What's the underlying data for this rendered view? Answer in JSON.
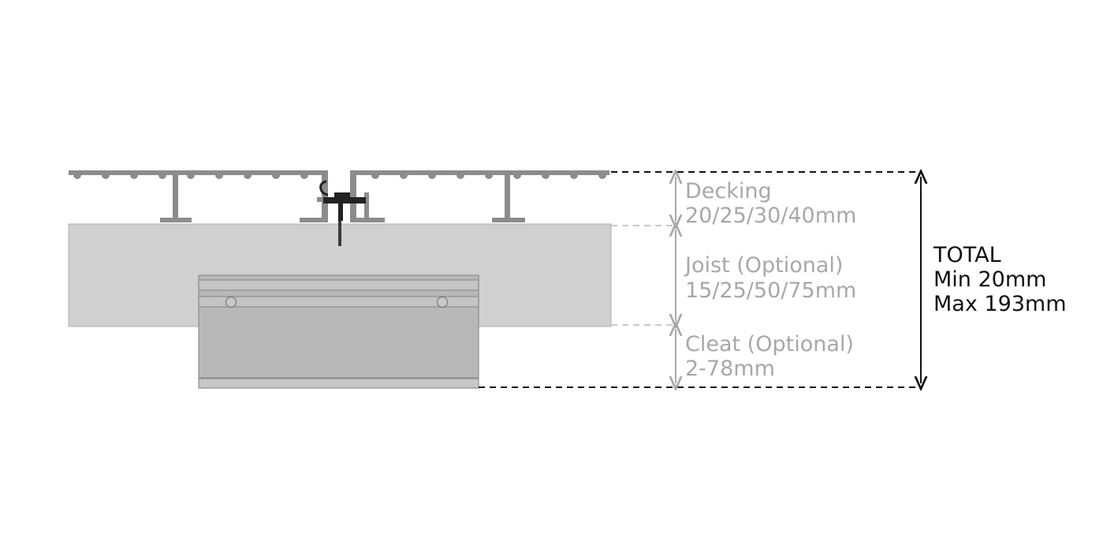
{
  "layers": [
    {
      "name": "Decking",
      "sizes": "20/25/30/40mm"
    },
    {
      "name": "Joist (Optional)",
      "sizes": "15/25/50/75mm"
    },
    {
      "name": "Cleat (Optional)",
      "sizes": "2-78mm"
    }
  ],
  "total": {
    "title": "TOTAL",
    "min": "Min 20mm",
    "max": "Max 193mm"
  },
  "colors": {
    "decking": "#8c8c8c",
    "joist": "#d0d0d0",
    "cleat": "#b8b8b8",
    "clip": "#222222",
    "label": "#a8a8a8",
    "total": "#111111"
  }
}
